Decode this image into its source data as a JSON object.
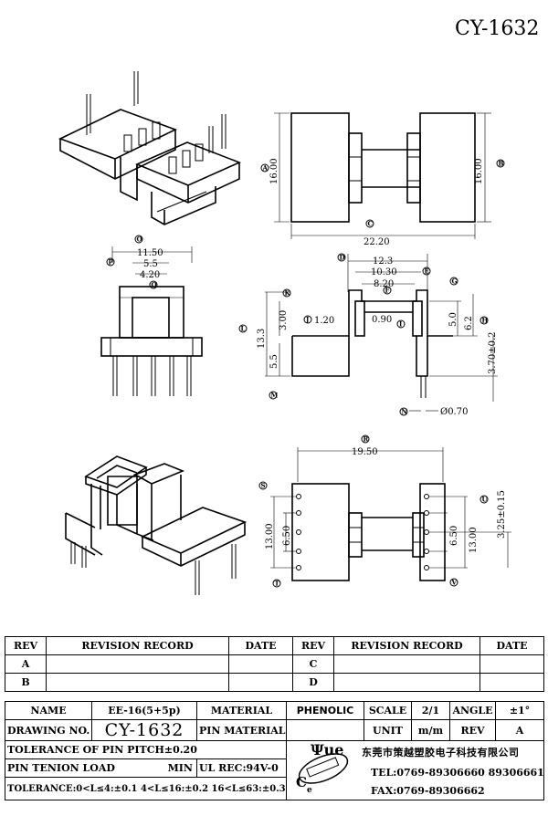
{
  "title": "CY-1632",
  "dims": {
    "A": "16.00",
    "B": "16.00",
    "C": "22.20",
    "P": "11.50",
    "Q1": "5.5",
    "Q2": "4.20",
    "top_D": "12.3",
    "top_E": "10.30",
    "top_F": "8.20",
    "d_1_20": "1.20",
    "d_0_90": "0.90",
    "d_3_00": "3.00",
    "d_13_3": "13.3",
    "d_5_5": "5.5",
    "d_5_0": "5.0",
    "d_6_2": "6.2",
    "d_3_70": "3.70±0.2",
    "d_070": "Ø0.70",
    "R": "19.50",
    "S": "13.00",
    "S2": "6.50",
    "U1": "6.50",
    "U2": "13.00",
    "U3": "3.25±0.15"
  },
  "labels": [
    "A",
    "B",
    "C",
    "D",
    "E",
    "F",
    "G",
    "H",
    "I",
    "J",
    "K",
    "L",
    "M",
    "N",
    "O",
    "P",
    "Q",
    "R",
    "S",
    "T",
    "U",
    "V"
  ],
  "revision": {
    "header": {
      "rev": "REV",
      "record": "REVISION RECORD",
      "date": "DATE"
    },
    "rows": [
      {
        "left": "A",
        "right": "C"
      },
      {
        "left": "B",
        "right": "D"
      }
    ]
  },
  "info": {
    "name_label": "NAME",
    "name_value": "EE-16(5+5p)",
    "material_label": "MATERIAL",
    "material_value": "PHENOLIC",
    "scale_label": "SCALE",
    "scale_value": "2/1",
    "angle_label": "ANGLE",
    "angle_value": "±1°",
    "drawing_no_label": "DRAWING NO.",
    "drawing_no_value": "CY-1632",
    "pin_material_label": "PIN MATERIAL",
    "unit_label": "UNIT",
    "unit_value": "m/m",
    "rev_label": "REV",
    "rev_value": "A",
    "pitch_tol": "TOLERANCE OF PIN PITCH±0.20",
    "pin_tension": "PIN TENION LOAD",
    "min_label": "MIN",
    "ul_rec": "UL REC:94V-0",
    "tolerance": "TOLERANCE:0<L≤4:±0.1  4<L≤16:±0.2  16<L≤63:±0.3",
    "company": "东莞市策越塑胶电子科技有限公司",
    "tel": "TEL:0769-89306660 89306661",
    "fax": "FAX:0769-89306662",
    "logo_text": "Ψue"
  }
}
